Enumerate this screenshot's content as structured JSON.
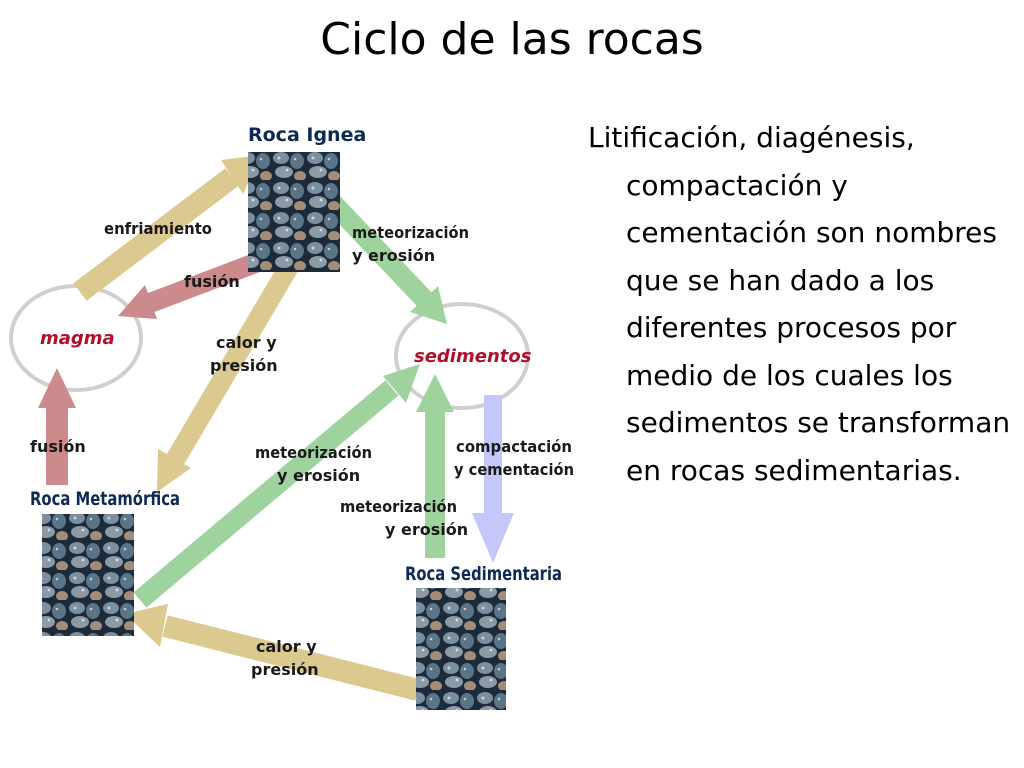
{
  "title": "Ciclo de las rocas",
  "paragraph": "Litificación, diagénesis, compactación y cementación son nombres que se han dado a los diferentes procesos por medio de los cuales los sedimentos se transforman en rocas sedimentarias.",
  "colors": {
    "tan": "#dcc98f",
    "pink": "#cc8a8c",
    "green": "#9ed39d",
    "lavender": "#c3c7fa",
    "oval": "#cfcfcf",
    "oval_text": "#b0102a",
    "rock_label": "#0d2a55"
  },
  "diagram": {
    "nodes": {
      "roca_ignea": "Roca Ignea",
      "roca_metamorfica": "Roca Metamórfica",
      "roca_sedimentaria": "Roca Sedimentaria",
      "magma": "magma",
      "sedimentos": "sedimentos"
    },
    "labels": {
      "enfriamiento": "enfriamiento",
      "fusion_1": "fusión",
      "fusion_2": "fusión",
      "meteorizacion_1_a": "meteorización",
      "meteorizacion_1_b": "y erosión",
      "calor_1_a": "calor y",
      "calor_1_b": "presión",
      "meteorizacion_2_a": "meteorización",
      "meteorizacion_2_b": "y erosión",
      "meteorizacion_3_a": "meteorización",
      "meteorizacion_3_b": "y erosión",
      "compactacion_a": "compactación",
      "compactacion_b": "y cementación",
      "calor_2_a": "calor y",
      "calor_2_b": "presión"
    }
  }
}
